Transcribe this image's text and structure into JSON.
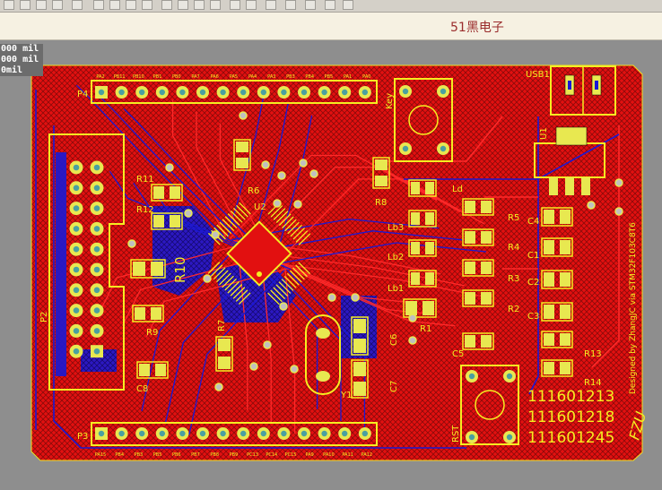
{
  "app": {
    "title": "51黑电子",
    "icons": [
      "open-icon",
      "save-icon",
      "print-icon",
      "zoom-icon",
      "undo-icon",
      "cut-icon",
      "copy-icon",
      "paste-icon",
      "select-icon",
      "move-icon",
      "deselect-icon",
      "cross-icon",
      "undo-arrow-icon",
      "redo-arrow-icon",
      "pencil-icon",
      "layer-icon",
      "route-icon",
      "pad-icon",
      "via-icon",
      "string-icon"
    ]
  },
  "readout": {
    "line1": "000 mil",
    "line2": "000 mil",
    "line3": "0mil"
  },
  "colors": {
    "board": "#e80a0a",
    "copper_bottom": "#1919d6",
    "silk": "#f5ee21",
    "pad": "#e8e850",
    "background": "#8e8e8e"
  },
  "board": {
    "designators": {
      "p4": "P4",
      "p3": "P3",
      "p2": "P2",
      "usb": "USB1",
      "u1": "U1",
      "u2": "U2",
      "key": "Key",
      "rst": "RST",
      "r11": "R11",
      "r12": "R12",
      "r10": "R10",
      "r9": "R9",
      "r7": "R7",
      "r6": "R6",
      "r8": "R8",
      "r5": "R5",
      "r4": "R4",
      "r3": "R3",
      "r2": "R2",
      "r1": "R1",
      "r13": "R13",
      "r14": "R14",
      "c4": "C4",
      "c1": "C1",
      "c2": "C2",
      "c3": "C3",
      "c5": "C5",
      "c6": "C6",
      "c7": "C7",
      "c8": "C8",
      "y1": "Y1",
      "ld": "Ld",
      "lb3": "Lb3",
      "lb2": "Lb2",
      "lb1": "Lb1"
    },
    "top_pin_labels": [
      "PA2",
      "PB11",
      "PB10",
      "PB1",
      "PB0",
      "PA7",
      "PA6",
      "PA5",
      "PA4",
      "PA3",
      "PB3",
      "PB4",
      "PB5",
      "PA1",
      "PA0"
    ],
    "bottom_pin_labels": [
      "PA15",
      "PB4",
      "PB3",
      "PB5",
      "PB6",
      "PB7",
      "PB8",
      "PB9",
      "PC13",
      "PC14",
      "PC15",
      "PA9",
      "PA10",
      "PA11",
      "PA12"
    ],
    "designed_by": "Designed by ZhangJC via STM32F103C8T6",
    "student_ids": [
      "111601213",
      "111601218",
      "111601245"
    ],
    "signature": "FZU"
  }
}
